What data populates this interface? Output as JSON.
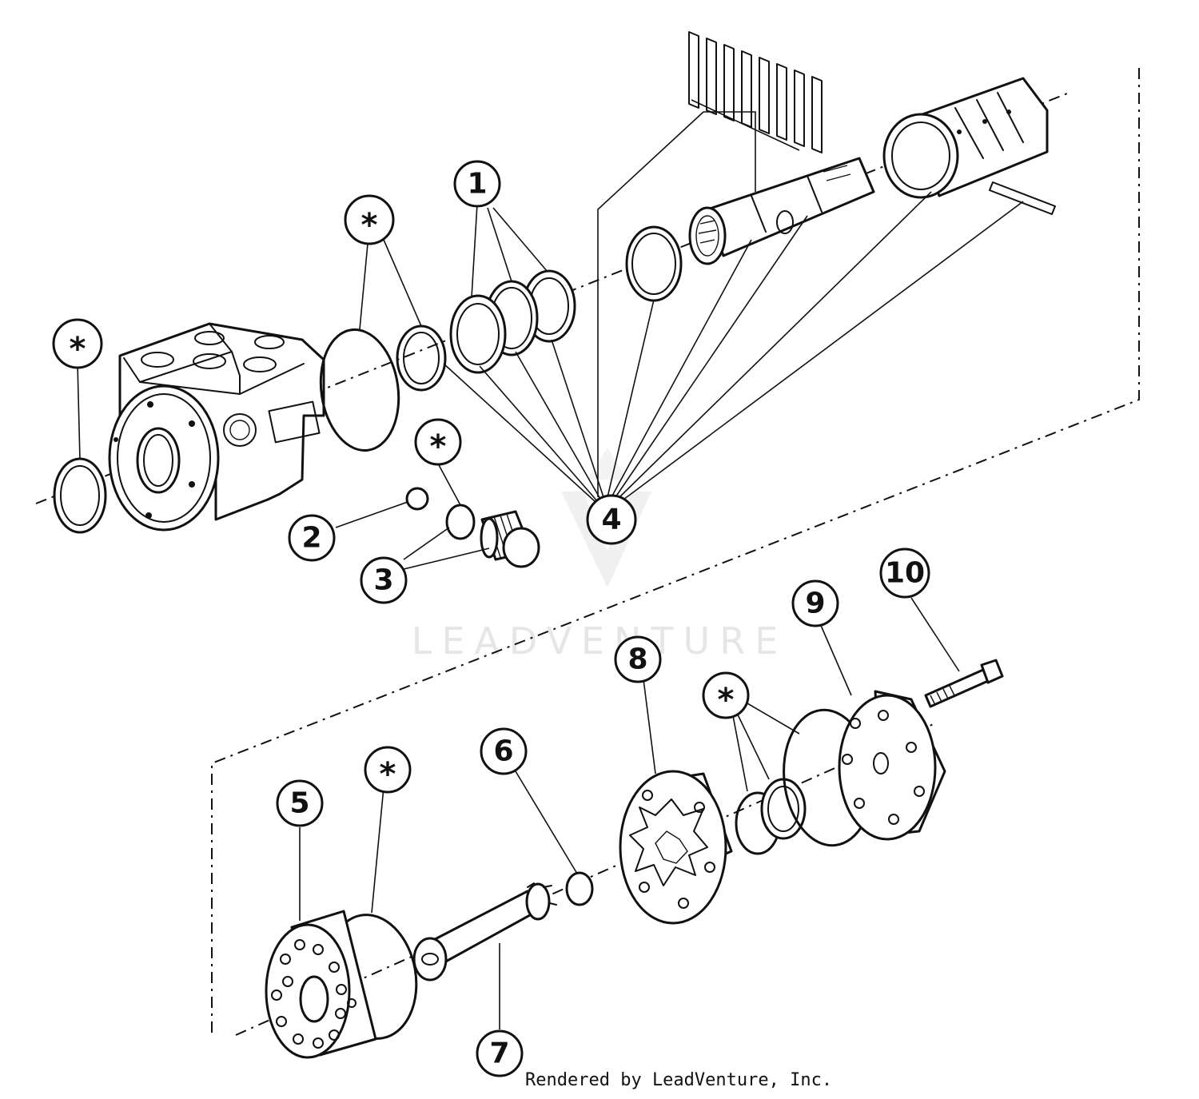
{
  "diagram": {
    "callouts": [
      {
        "label": "1"
      },
      {
        "label": "2"
      },
      {
        "label": "3"
      },
      {
        "label": "4"
      },
      {
        "label": "5"
      },
      {
        "label": "6"
      },
      {
        "label": "7"
      },
      {
        "label": "8"
      },
      {
        "label": "9"
      },
      {
        "label": "10"
      }
    ],
    "stars": [
      {
        "label": "*"
      },
      {
        "label": "*"
      },
      {
        "label": "*"
      },
      {
        "label": "*"
      },
      {
        "label": "*"
      }
    ]
  },
  "watermark": "LEADVENTURE",
  "footer": "Rendered by LeadVenture, Inc."
}
